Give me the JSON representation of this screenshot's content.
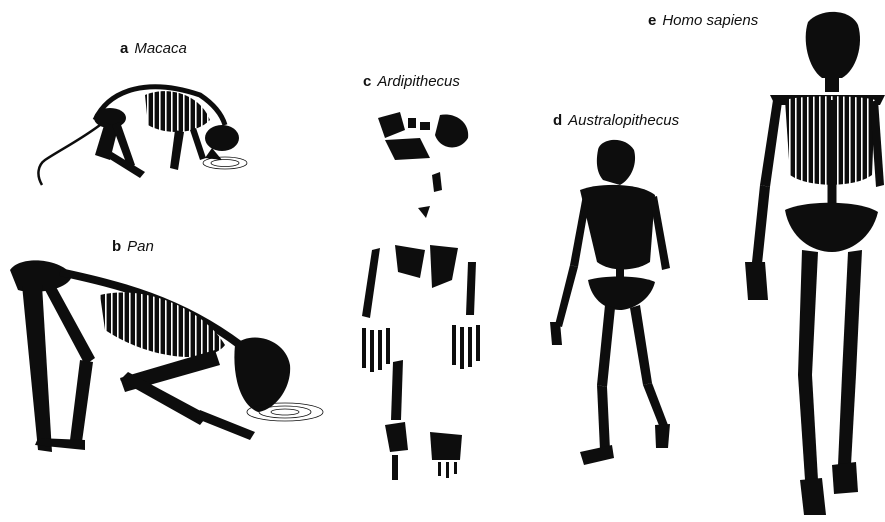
{
  "figure": {
    "panels": [
      {
        "letter": "a",
        "name": "Macaca"
      },
      {
        "letter": "b",
        "name": "Pan"
      },
      {
        "letter": "c",
        "name": "Ardipithecus"
      },
      {
        "letter": "d",
        "name": "Australopithecus"
      },
      {
        "letter": "e",
        "name": "Homo sapiens"
      }
    ]
  },
  "colors": {
    "silhouette": "#0d0d0d",
    "bone_line": "#ffffff",
    "background": "#ffffff"
  }
}
